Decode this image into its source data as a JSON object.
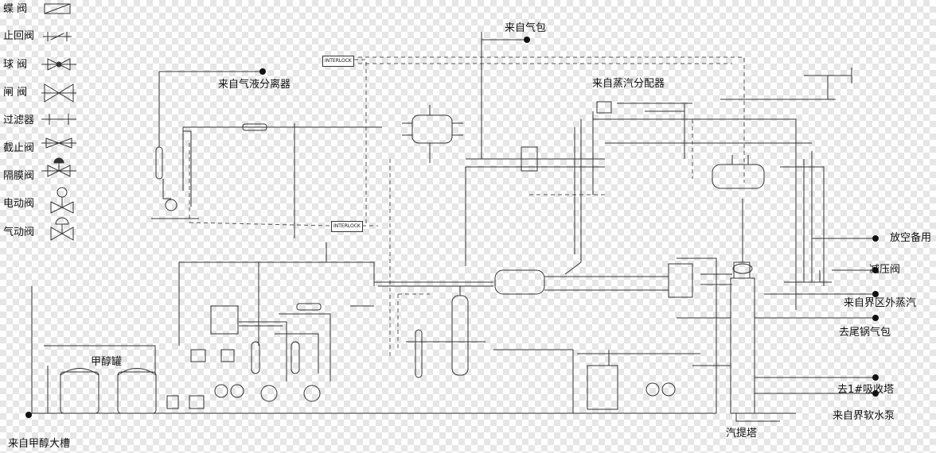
{
  "legend": [
    {
      "label": "蝶  阀",
      "icon": "butterfly-valve-icon"
    },
    {
      "label": "止回阀",
      "icon": "check-valve-icon"
    },
    {
      "label": "球  阀",
      "icon": "ball-valve-icon"
    },
    {
      "label": "闸  阀",
      "icon": "gate-valve-icon"
    },
    {
      "label": "过滤器",
      "icon": "filter-icon"
    },
    {
      "label": "截止阀",
      "icon": "globe-valve-icon"
    },
    {
      "label": "隔膜阀",
      "icon": "diaphragm-valve-icon"
    },
    {
      "label": "电动阀",
      "icon": "electric-valve-icon"
    },
    {
      "label": "气动阀",
      "icon": "pneumatic-valve-icon"
    }
  ],
  "labels": {
    "drum_in": "来自气包",
    "separator_in": "来自气液分离器",
    "distributor_in": "来自蒸汽分配器",
    "vent_spare": "放空备用",
    "pressure_reducing_valve": "减压阀",
    "outside_steam_in": "来自界区外蒸汽",
    "to_waste_boiler_drum": "去尾锅气包",
    "to_absorber": "去1#吸收塔",
    "soft_water_in": "来自界软水泵",
    "stripping_tower": "汽提塔",
    "methanol_tank": "甲醇罐",
    "methanol_big_tank_in": "来自甲醇大槽",
    "interlock_1": "INTERLOCK",
    "interlock_2": "INTERLOCK"
  },
  "colors": {
    "line": "#333333",
    "dashed": "#555555"
  }
}
